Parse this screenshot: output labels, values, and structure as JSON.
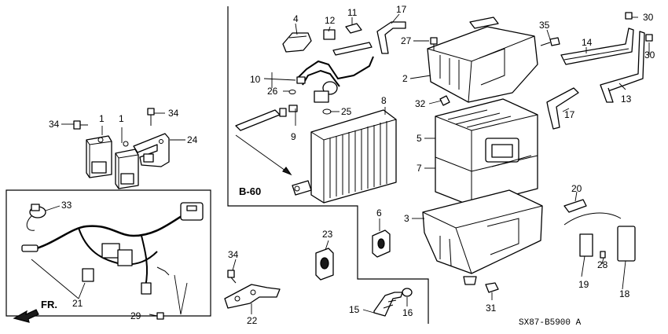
{
  "callouts": {
    "c1a": "1",
    "c1b": "1",
    "c2": "2",
    "c3": "3",
    "c4": "4",
    "c5": "5",
    "c6": "6",
    "c7": "7",
    "c8": "8",
    "c9": "9",
    "c10": "10",
    "c11": "11",
    "c12": "12",
    "c13": "13",
    "c14": "14",
    "c15": "15",
    "c16": "16",
    "c17a": "17",
    "c17b": "17",
    "c18": "18",
    "c19": "19",
    "c20": "20",
    "c21": "21",
    "c22": "22",
    "c23": "23",
    "c24": "24",
    "c25": "25",
    "c26": "26",
    "c27": "27",
    "c28": "28",
    "c29": "29",
    "c30a": "30",
    "c30b": "30",
    "c31": "31",
    "c32": "32",
    "c33": "33",
    "c34a": "34",
    "c34b": "34",
    "c34c": "34",
    "c35": "35"
  },
  "reference_label": "B-60",
  "direction_label": "FR.",
  "diagram_code": "SX87-B5900 A"
}
